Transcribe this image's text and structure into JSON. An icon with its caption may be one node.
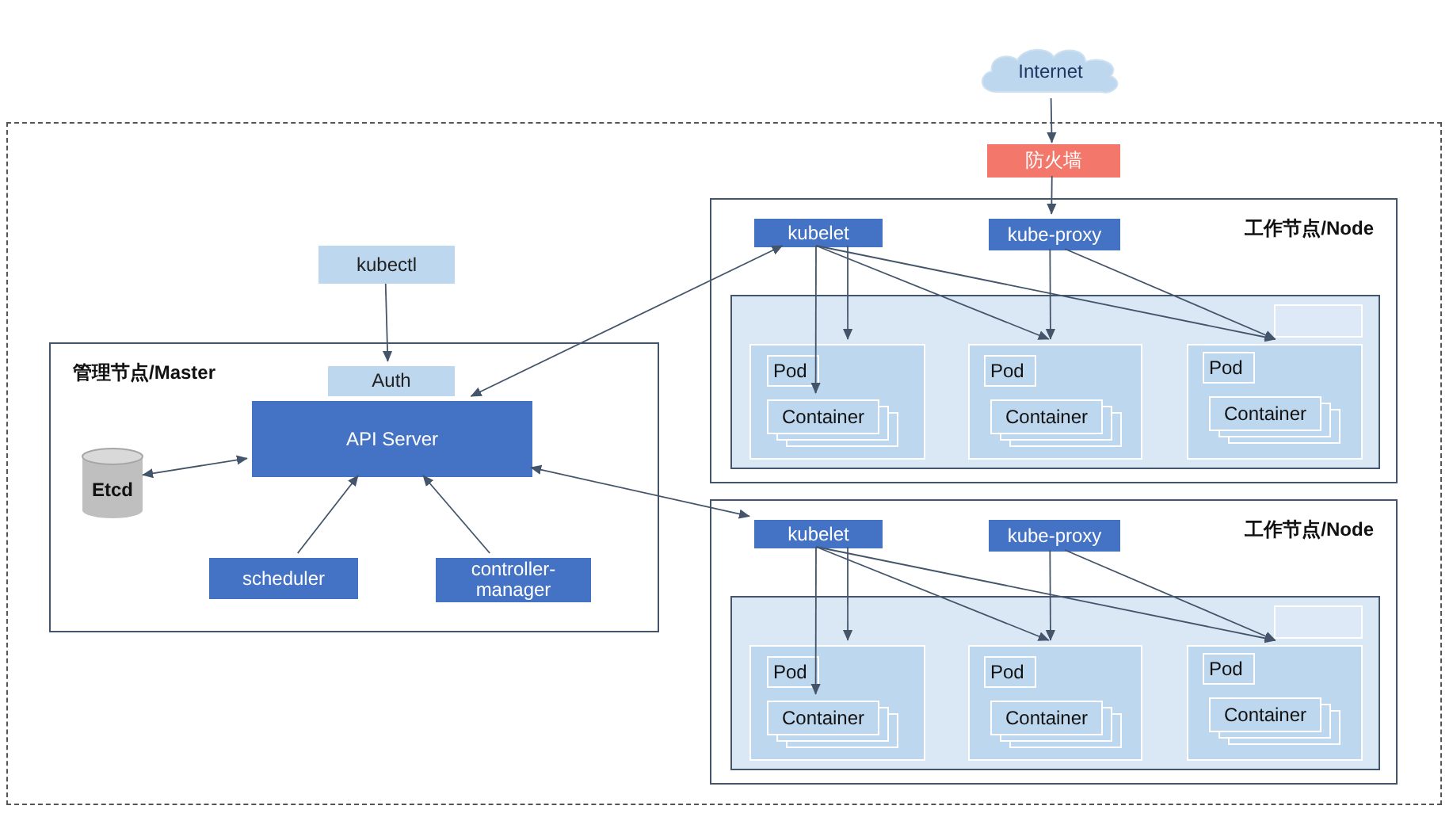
{
  "diagram": {
    "nodes": [
      {
        "text": [
          "Internet"
        ]
      },
      {
        "text": [],
        "shape": "box"
      },
      {
        "text": [
          "防火墙"
        ],
        "in": 1
      },
      {
        "text": [
          "kubectl"
        ],
        "in": 1
      },
      {
        "text": [
          "管理节点/Master"
        ],
        "in": 1
      },
      {
        "text": [
          "Auth"
        ],
        "in": 4
      },
      {
        "text": [
          "API Server"
        ],
        "in": 4
      },
      {
        "text": [
          "Etcd"
        ],
        "in": 4
      },
      {
        "text": [
          "scheduler"
        ],
        "in": 4
      },
      {
        "text": [
          "controller-manager"
        ],
        "in": 4
      },
      {
        "text": [
          "工作节点/Node"
        ],
        "in": 1
      },
      {
        "text": [
          "kubelet"
        ],
        "in": 10
      },
      {
        "text": [
          "kube-proxy"
        ],
        "in": 10
      },
      {
        "text": [],
        "shape": "box",
        "in": 10
      },
      {
        "text": [],
        "shape": "box",
        "in": 13
      },
      {
        "text": [],
        "shape": "box",
        "in": 13
      },
      {
        "text": [
          "Pod"
        ],
        "in": 15
      },
      {
        "text": [
          "Container"
        ],
        "in": 15
      },
      {
        "text": [],
        "shape": "box",
        "in": 13
      },
      {
        "text": [
          "Pod"
        ],
        "in": 18
      },
      {
        "text": [
          "Container"
        ],
        "in": 18
      },
      {
        "text": [],
        "shape": "box",
        "in": 13
      },
      {
        "text": [
          "Pod"
        ],
        "in": 21
      },
      {
        "text": [
          "Container"
        ],
        "in": 21
      },
      {
        "text": [
          "工作节点/Node"
        ],
        "in": 1
      },
      {
        "text": [
          "kubelet"
        ],
        "in": 24
      },
      {
        "text": [
          "kube-proxy"
        ],
        "in": 24
      },
      {
        "text": [],
        "shape": "box",
        "in": 24
      },
      {
        "text": [],
        "shape": "box",
        "in": 27
      },
      {
        "text": [],
        "shape": "box",
        "in": 27
      },
      {
        "text": [
          "Pod"
        ],
        "in": 29
      },
      {
        "text": [
          "Container"
        ],
        "in": 29
      },
      {
        "text": [],
        "shape": "box",
        "in": 27
      },
      {
        "text": [
          "Pod"
        ],
        "in": 32
      },
      {
        "text": [
          "Container"
        ],
        "in": 32
      },
      {
        "text": [],
        "shape": "box",
        "in": 27
      },
      {
        "text": [
          "Pod"
        ],
        "in": 35
      },
      {
        "text": [
          "Container"
        ],
        "in": 35
      }
    ],
    "edges": [
      {
        "from": 0,
        "to": 2,
        "arrow": "to"
      },
      {
        "from": 2,
        "to": 12,
        "arrow": "to"
      },
      {
        "from": 3,
        "to": 5,
        "arrow": "to"
      },
      {
        "from": 7,
        "to": 6,
        "arrow": "both"
      },
      {
        "from": 8,
        "to": 6,
        "arrow": "to"
      },
      {
        "from": 9,
        "to": 6,
        "arrow": "to"
      },
      {
        "from": 6,
        "to": 11,
        "arrow": "both"
      },
      {
        "from": 6,
        "to": 25,
        "arrow": "both"
      },
      {
        "from": 11,
        "to": 17,
        "arrow": "to"
      },
      {
        "from": 11,
        "to": 15,
        "arrow": "to"
      },
      {
        "from": 11,
        "to": 18,
        "arrow": "to"
      },
      {
        "from": 11,
        "to": 21,
        "arrow": "to"
      },
      {
        "from": 12,
        "to": 18,
        "arrow": "to"
      },
      {
        "from": 12,
        "to": 21,
        "arrow": "to"
      },
      {
        "from": 25,
        "to": 31,
        "arrow": "to"
      },
      {
        "from": 25,
        "to": 29,
        "arrow": "to"
      },
      {
        "from": 25,
        "to": 32,
        "arrow": "to"
      },
      {
        "from": 25,
        "to": 35,
        "arrow": "to"
      },
      {
        "from": 26,
        "to": 32,
        "arrow": "to"
      },
      {
        "from": 26,
        "to": 35,
        "arrow": "to"
      }
    ]
  }
}
